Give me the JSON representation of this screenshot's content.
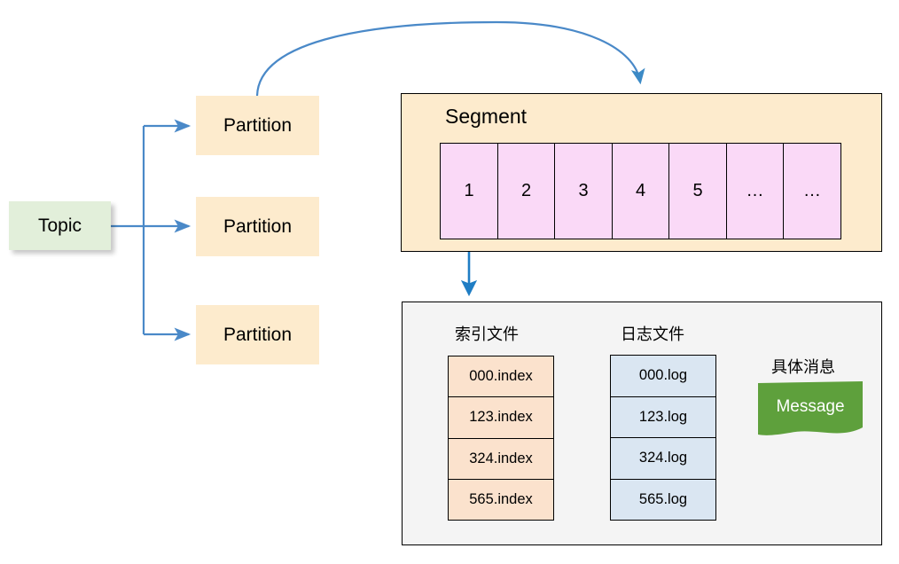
{
  "diagram": {
    "title": "Kafka Topic / Partition / Segment structure",
    "colors": {
      "topic_fill": "#E2EFDA",
      "partition_fill": "#FDEBCD",
      "segment_fill": "#FDEBCD",
      "segment_cell_fill": "#FAD9F7",
      "panel_fill": "#F4F4F4",
      "index_fill": "#FBE2CD",
      "log_fill": "#DAE6F2",
      "message_fill": "#5EA03C",
      "blue_arrow": "#4A89C8",
      "black_arrow": "#000000"
    }
  },
  "topic": {
    "label": "Topic"
  },
  "partitions": [
    {
      "label": "Partition"
    },
    {
      "label": "Partition"
    },
    {
      "label": "Partition"
    }
  ],
  "segment": {
    "title": "Segment",
    "cells": [
      "1",
      "2",
      "3",
      "4",
      "5",
      "…",
      "…"
    ]
  },
  "detail_panel": {
    "index_label": "索引文件",
    "log_label": "日志文件",
    "message_label": "具体消息",
    "index_files": [
      "000.index",
      "123.index",
      "324.index",
      "565.index"
    ],
    "log_files": [
      "000.log",
      "123.log",
      "324.log",
      "565.log"
    ],
    "message": {
      "label": "Message"
    }
  },
  "connectors": [
    {
      "name": "topic-to-partitions",
      "style": "elbow",
      "color": "#4A89C8"
    },
    {
      "name": "partition-to-segment",
      "style": "curved",
      "color": "#4A89C8"
    },
    {
      "name": "segment-cell-to-panel",
      "style": "straight-down",
      "color": "#1F7DC4"
    },
    {
      "name": "index-to-log",
      "style": "straight-right",
      "color": "#000000"
    },
    {
      "name": "log-to-message",
      "style": "straight-right",
      "color": "#000000"
    }
  ]
}
